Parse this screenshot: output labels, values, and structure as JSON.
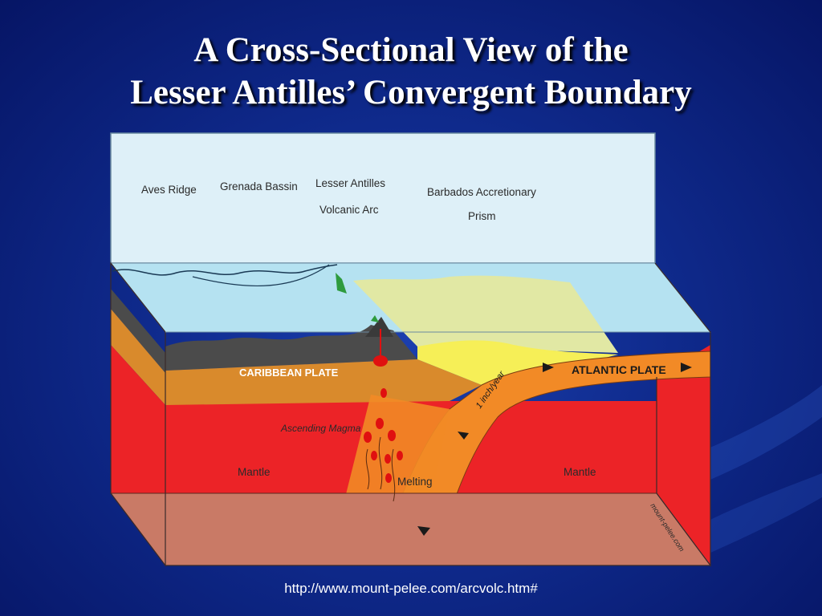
{
  "slide": {
    "title_line1": "A Cross-Sectional View of  the",
    "title_line2": "Lesser Antilles’ Convergent Boundary",
    "source_url": "http://www.mount-pelee.com/arcvolc.htm#"
  },
  "diagram": {
    "labels": {
      "aves_ridge": "Aves Ridge",
      "grenada_bassin": "Grenada Bassin",
      "lesser_antilles_1": "Lesser Antilles",
      "lesser_antilles_2": "Volcanic Arc",
      "barbados_1": "Barbados Accretionary",
      "barbados_2": "Prism",
      "caribbean_plate": "CARIBBEAN PLATE",
      "atlantic_plate": "ATLANTIC PLATE",
      "ascending_magma": "Ascending Magma",
      "mantle_left": "Mantle",
      "mantle_right": "Mantle",
      "melting": "Melting",
      "rate": "1 inch/year",
      "watermark": "mount-pelee.com"
    },
    "colors": {
      "background": "#0f2a8c",
      "sky_panel": "#def0f8",
      "ocean": "#b5e2f1",
      "prism": "#e1e8a4",
      "crust_yellow": "#f6ef57",
      "crust_orange": "#d98a2c",
      "basin_dark": "#4b4b4b",
      "mantle": "#ec2327",
      "lower_mantle": "#c97a66",
      "slab": "#f28a26"
    }
  }
}
